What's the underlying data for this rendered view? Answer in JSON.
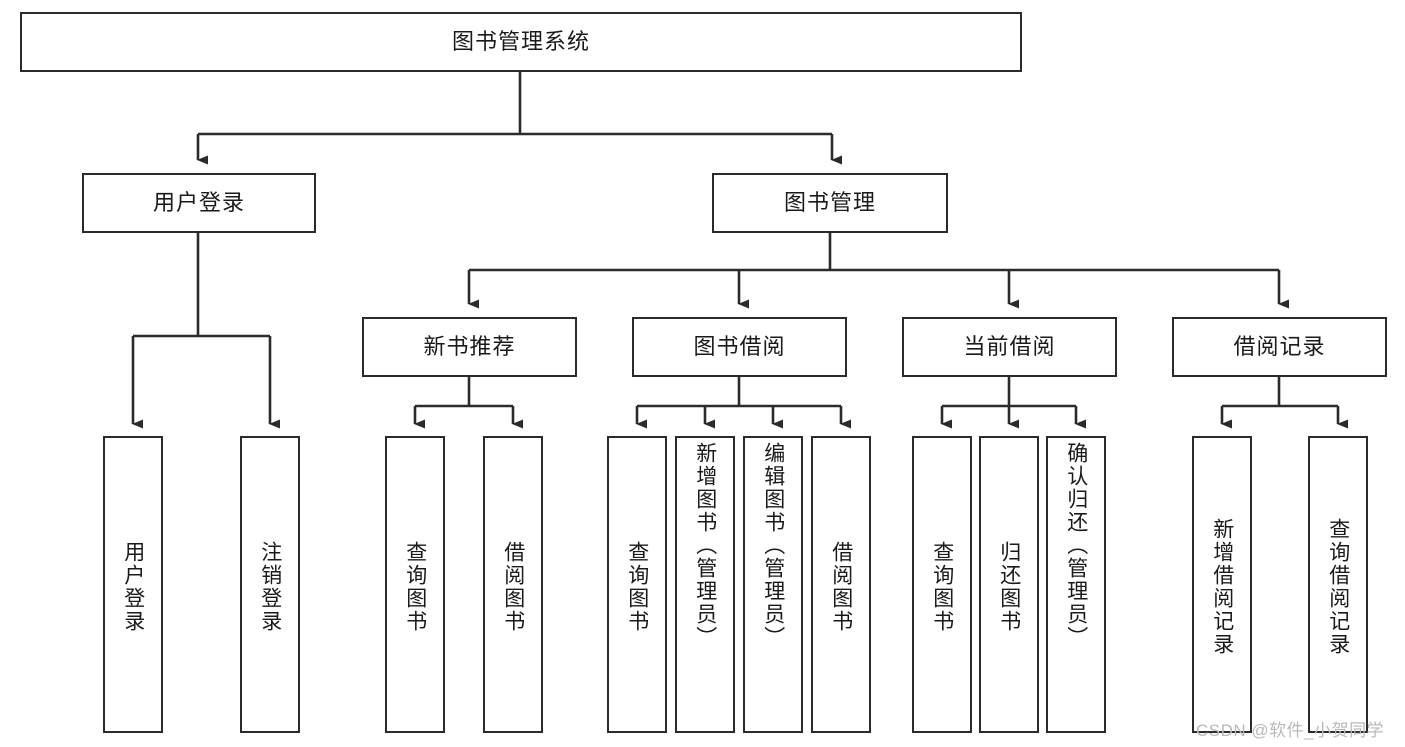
{
  "diagram": {
    "title": "图书管理系统",
    "type": "tree",
    "orientation": "top-down",
    "background_color": "#ffffff",
    "line_color": "#2b2b2b",
    "box_border_color": "#2b2b2b",
    "text_color": "#1a1a1a"
  },
  "nodes": {
    "root": {
      "label": "图书管理系统",
      "level": 0
    },
    "level1": [
      {
        "id": "user_login",
        "label": "用户登录"
      },
      {
        "id": "book_manage",
        "label": "图书管理"
      }
    ],
    "level2": [
      {
        "id": "new_book_rec",
        "label": "新书推荐",
        "parent": "book_manage"
      },
      {
        "id": "book_borrow",
        "label": "图书借阅",
        "parent": "book_manage"
      },
      {
        "id": "current_borrow",
        "label": "当前借阅",
        "parent": "book_manage"
      },
      {
        "id": "borrow_record",
        "label": "借阅记录",
        "parent": "book_manage"
      }
    ],
    "leaves": [
      {
        "id": "leaf_user_login",
        "label": "用户登录",
        "parent": "user_login"
      },
      {
        "id": "leaf_logout",
        "label": "注销登录",
        "parent": "user_login"
      },
      {
        "id": "leaf_query_book_1",
        "label": "查询图书",
        "parent": "new_book_rec"
      },
      {
        "id": "leaf_borrow_book_1",
        "label": "借阅图书",
        "parent": "new_book_rec"
      },
      {
        "id": "leaf_query_book_2",
        "label": "查询图书",
        "parent": "book_borrow"
      },
      {
        "id": "leaf_add_book",
        "label": "新增图书（管理员）",
        "parent": "book_borrow"
      },
      {
        "id": "leaf_edit_book",
        "label": "编辑图书（管理员）",
        "parent": "book_borrow"
      },
      {
        "id": "leaf_borrow_book_2",
        "label": "借阅图书",
        "parent": "book_borrow"
      },
      {
        "id": "leaf_query_book_3",
        "label": "查询图书",
        "parent": "current_borrow"
      },
      {
        "id": "leaf_return_book",
        "label": "归还图书",
        "parent": "current_borrow"
      },
      {
        "id": "leaf_confirm_return",
        "label": "确认归还（管理员）",
        "parent": "current_borrow"
      },
      {
        "id": "leaf_add_record",
        "label": "新增借阅记录",
        "parent": "borrow_record"
      },
      {
        "id": "leaf_query_record",
        "label": "查询借阅记录",
        "parent": "borrow_record"
      }
    ]
  },
  "watermark": {
    "text": "CSDN @软件_小贺同学"
  }
}
